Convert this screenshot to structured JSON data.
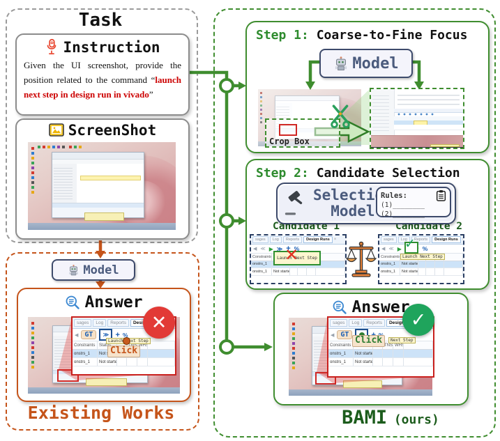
{
  "colors": {
    "green": "#3f8d2f",
    "dark_green_text": "#1c5c1c",
    "step_green": "#2e8b2e",
    "orange": "#c5541a",
    "red": "#d02724",
    "x_badge": "#e23a36",
    "check_badge": "#1fa45c",
    "navy": "#3d4a6b",
    "slate_text": "#4b5b7d",
    "ui_blue": "#1a5fb4",
    "command_red": "#cc0000"
  },
  "task": {
    "title": "Task",
    "instruction": {
      "title": "Instruction",
      "body_prefix": "Given the UI screenshot, provide the position related to the command “",
      "command": "launch next step in design run in vivado",
      "body_suffix": "”"
    },
    "screenshot": {
      "title": "ScreenShot"
    }
  },
  "existing_works": {
    "model_label": "Model",
    "answer_title": "Answer",
    "panel_label": "Existing Works"
  },
  "bami": {
    "step1": {
      "prefix": "Step 1:",
      "title": "Coarse-to-Fine Focus",
      "model_label": "Model",
      "crop_box_label": "Crop Box"
    },
    "step2": {
      "prefix": "Step 2:",
      "title": "Candidate Selection",
      "selection_line1": "Selection",
      "selection_line2": "Model",
      "rules_title": "Rules:",
      "rule1": "(1)________",
      "rule2": "(2)________",
      "candidate1_label": "Candidate 1",
      "candidate2_label": "Candidate 2"
    },
    "answer_title": "Answer",
    "panel_label": "BAMI",
    "panel_label_suffix": "(ours)"
  },
  "vivado_ui": {
    "tabs": {
      "tab1": "sages",
      "tab2": "Log",
      "tab3": "Reports",
      "tab4": "Design Runs",
      "close": "×"
    },
    "toolbar": {
      "prev": "◀",
      "rewind": "≪",
      "play": "▶",
      "forward": "≫",
      "plus": "+",
      "percent": "%",
      "gt": "GT"
    },
    "click_label": "Click",
    "tooltip": "Launch Next Step",
    "tooltip_short": "Next Step",
    "table": {
      "h1": "Constraints",
      "h2": "Status",
      "h3": "TNS",
      "h4": "WHS",
      "r1c1": "onstrs_1",
      "r1c2": "Not started",
      "r2c1": "onstrs_1",
      "r2c2": "Not started"
    }
  },
  "glyphs": {
    "check": "✓",
    "cross": "✕"
  }
}
